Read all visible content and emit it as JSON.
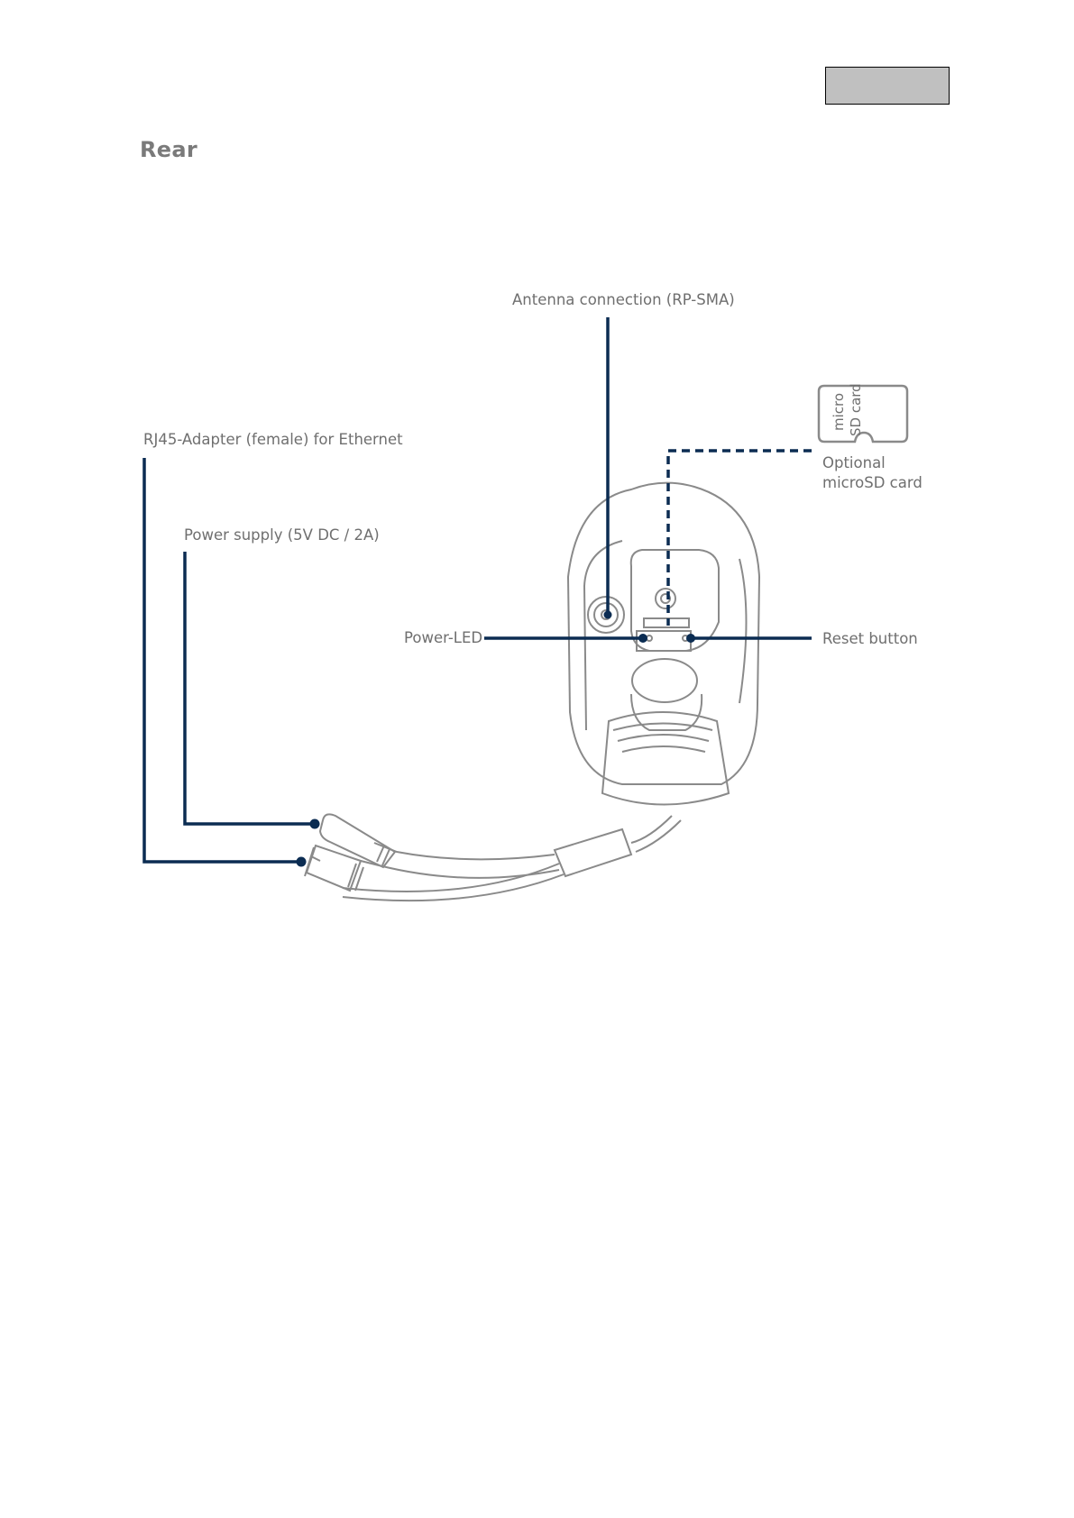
{
  "header": {
    "page_marker": ""
  },
  "section": {
    "title": "Rear"
  },
  "callouts": {
    "antenna": "Antenna connection (RP-SMA)",
    "rj45": "RJ45-Adapter (female) for Ethernet",
    "power_supply": "Power supply (5V DC / 2A)",
    "power_led": "Power-LED",
    "reset": "Reset button",
    "sd_optional": "Optional",
    "sd_card": "microSD card",
    "sd_icon_line1": "micro",
    "sd_icon_line2": "SD card"
  },
  "colors": {
    "leader": "#0b2c52",
    "outline": "#8a8a8a",
    "label": "#6f6f6f"
  }
}
